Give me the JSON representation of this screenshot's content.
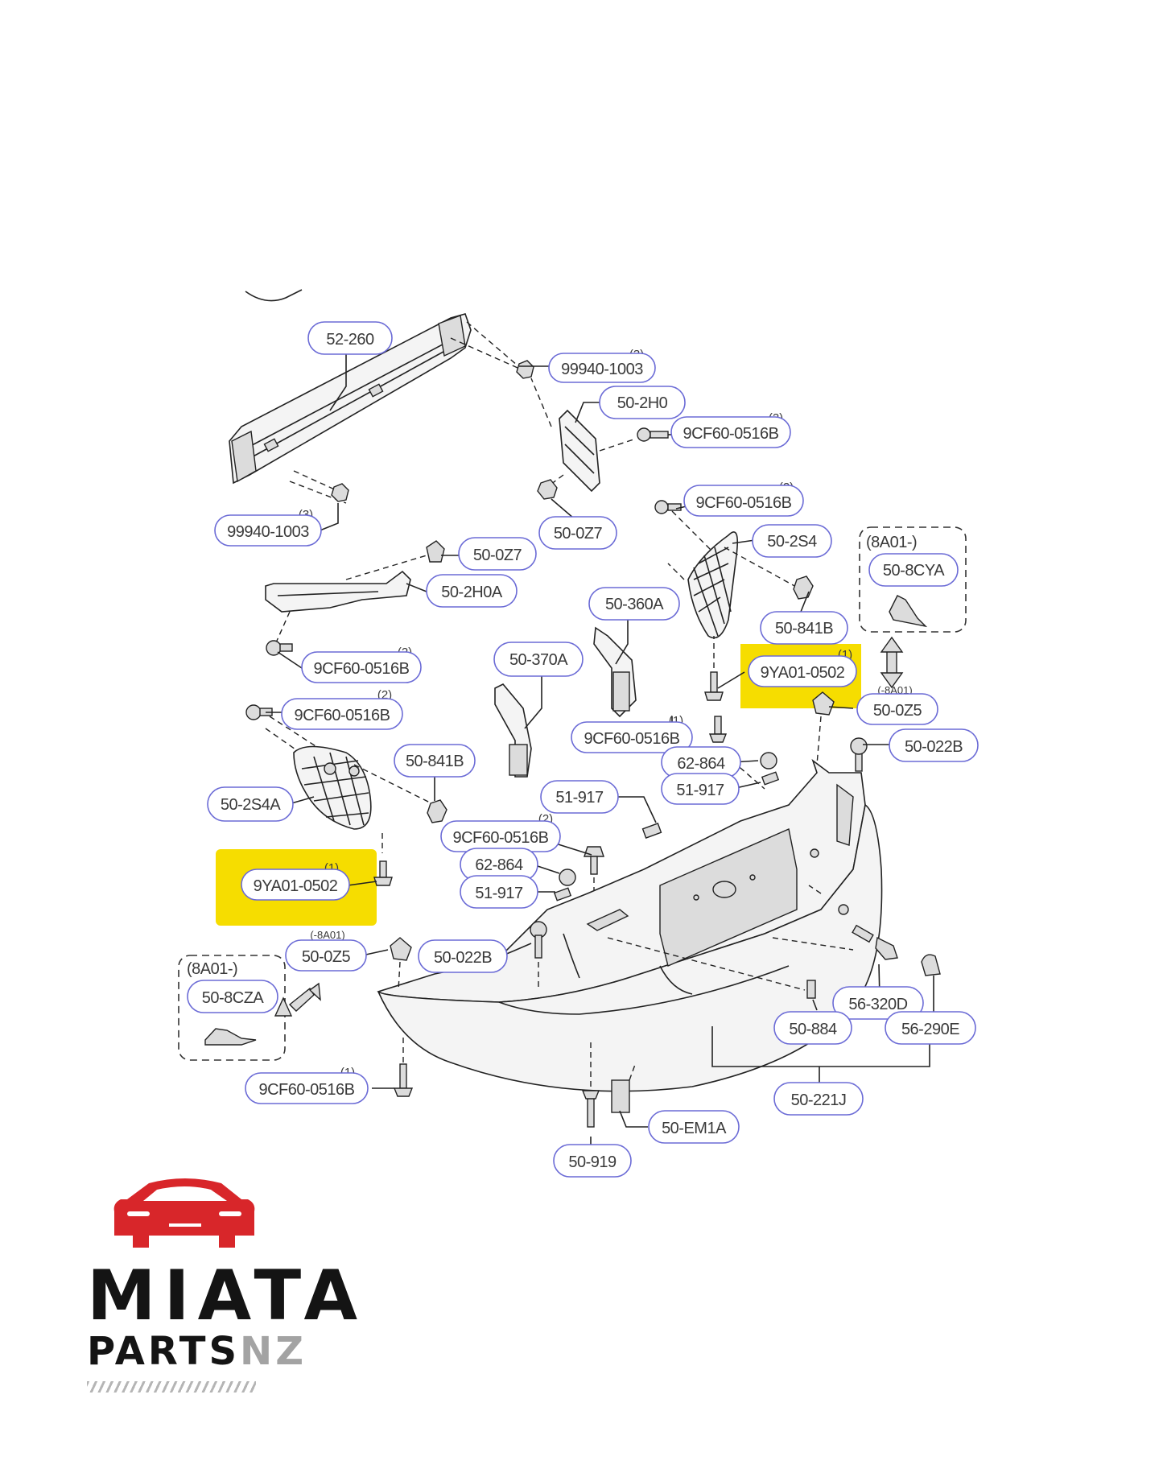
{
  "diagram": {
    "highlight_color": "#f6dd00",
    "callout_border_color": "#6b6bd6",
    "callouts": {
      "c52_260": "52-260",
      "c99940_a": "99940-1003",
      "c99940_a_qty": "(3)",
      "c99940_b": "99940-1003",
      "c99940_b_qty": "(3)",
      "c50_2H0": "50-2H0",
      "c9CF_a": "9CF60-0516B",
      "c9CF_a_qty": "(2)",
      "c50_0Z7_a": "50-0Z7",
      "c9CF_b": "9CF60-0516B",
      "c9CF_b_qty": "(2)",
      "c50_2S4": "50-2S4",
      "c50_0Z7_b": "50-0Z7",
      "c50_2H0A": "50-2H0A",
      "c50_360A": "50-360A",
      "c50_841B_a": "50-841B",
      "c50_8CYA": "50-8CYA",
      "c8A01_a": "(8A01-)",
      "c9CF_c": "9CF60-0516B",
      "c9CF_c_qty": "(2)",
      "c50_370A": "50-370A",
      "c9YA_a": "9YA01-0502",
      "c9YA_a_qty": "(1)",
      "c50_0Z5_a": "50-0Z5",
      "c8A01_b": "(-8A01)",
      "c9CF_d": "9CF60-0516B",
      "c9CF_d_qty": "(2)",
      "c9CF_e": "9CF60-0516B",
      "c9CF_e_qty": "(1)",
      "c50_022B_a": "50-022B",
      "c62_864_a": "62-864",
      "c51_917_a": "51-917",
      "c50_841B_b": "50-841B",
      "c51_917_b": "51-917",
      "c50_2S4A": "50-2S4A",
      "c9CF_f": "9CF60-0516B",
      "c9CF_f_qty": "(2)",
      "c62_864_b": "62-864",
      "c9YA_b": "9YA01-0502",
      "c9YA_b_qty": "(1)",
      "c51_917_c": "51-917",
      "c50_0Z5_b": "50-0Z5",
      "c8A01_c": "(-8A01)",
      "c50_022B_b": "50-022B",
      "c8A01_d": "(8A01-)",
      "c50_8CZA": "50-8CZA",
      "c56_320D": "56-320D",
      "c56_290E": "56-290E",
      "c50_884": "50-884",
      "c9CF_g": "9CF60-0516B",
      "c9CF_g_qty": "(1)",
      "c50_221J": "50-221J",
      "c50_EM1A": "50-EM1A",
      "c50_919": "50-919"
    }
  },
  "logo": {
    "line1": "MIATA",
    "line2_main": "PARTS",
    "line2_accent": "NZ",
    "car_color": "#d8262a"
  }
}
